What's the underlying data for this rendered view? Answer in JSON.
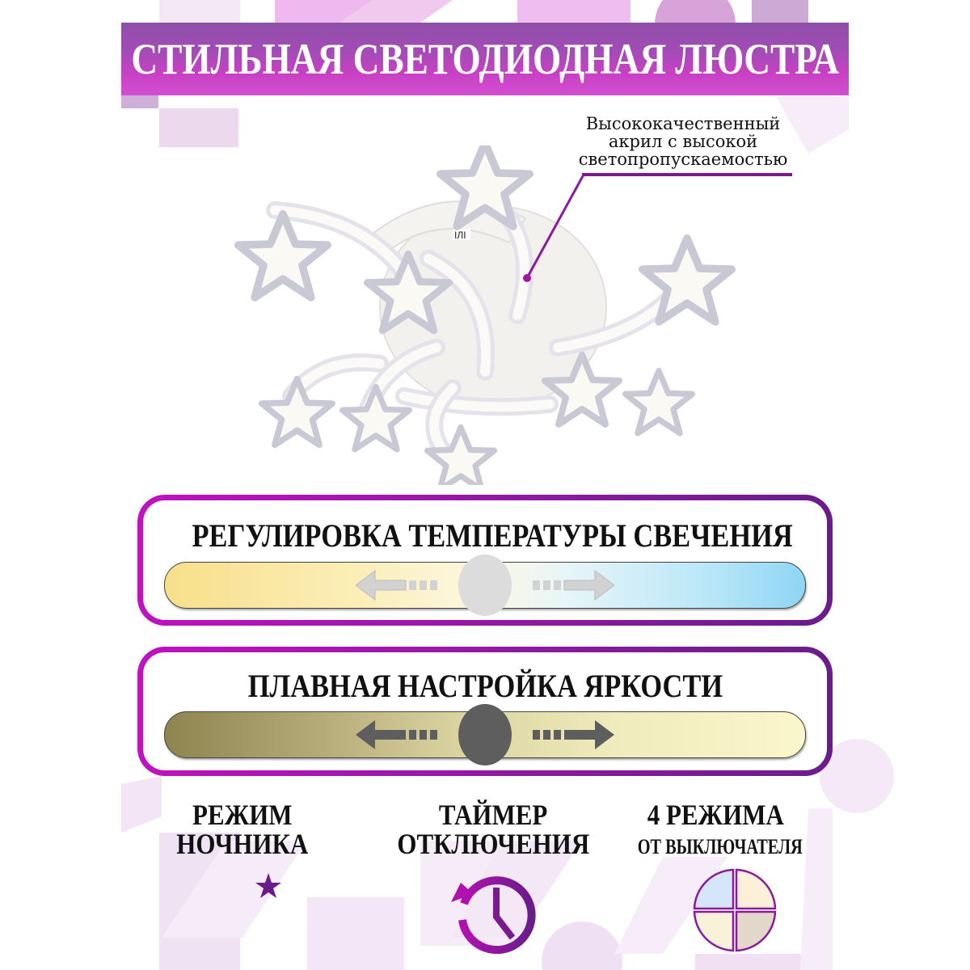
{
  "header": {
    "title": "СТИЛЬНАЯ СВЕТОДИОДНАЯ ЛЮСТРА"
  },
  "product": {
    "image": "led-star-chandelier",
    "callout": {
      "line1": "Высококачественный",
      "line2": "акрил с высокой",
      "line3": "светопропускаемостью"
    }
  },
  "panels": [
    {
      "title": "РЕГУЛИРОВКА ТЕМПЕРАТУРЫ СВЕЧЕНИЯ",
      "slider": "color-temperature-slider",
      "gradient_left": "#f7df8a",
      "gradient_right": "#8fd5f5",
      "knob_color": "#dcdcdc"
    },
    {
      "title": "ПЛАВНАЯ НАСТРОЙКА ЯРКОСТИ",
      "slider": "brightness-slider",
      "gradient_left": "#8e8450",
      "gradient_right": "#fbf7cc",
      "knob_color": "#5e5e5e"
    }
  ],
  "features": [
    {
      "line1": "РЕЖИМ",
      "line2": "НОЧНИКА",
      "icon": "moon-star-icon"
    },
    {
      "line1": "ТАЙМЕР",
      "line2": "ОТКЛЮЧЕНИЯ",
      "icon": "timer-history-icon"
    },
    {
      "line1": "4 РЕЖИМА",
      "line2": "ОТ ВЫКЛЮЧАТЕЛЯ",
      "icon": "four-modes-icon"
    }
  ],
  "colors": {
    "accent_magenta": "#c012c0",
    "accent_purple": "#6a1c8a",
    "banner": "#a34cb6",
    "mode_colors": [
      "#d6e6fa",
      "#fdf0d8",
      "#f8f3d8",
      "#e2d8ca"
    ]
  }
}
